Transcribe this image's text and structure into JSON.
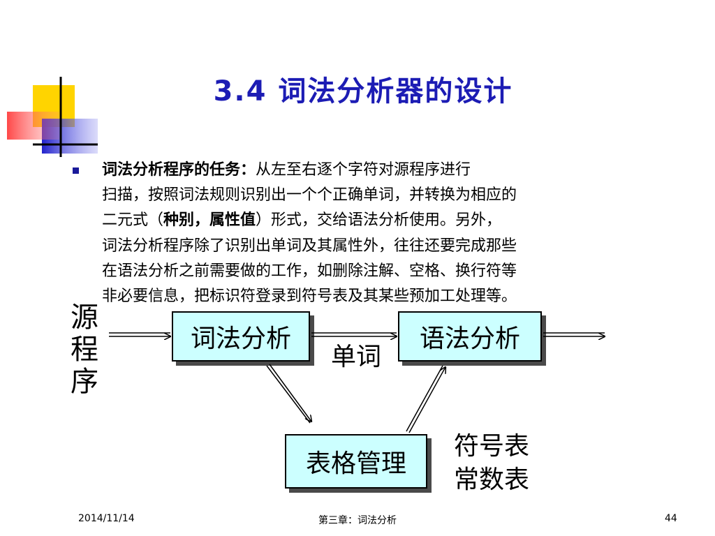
{
  "slide": {
    "title": "3.4 词法分析器的设计",
    "bullet": {
      "lead": "词法分析程序的任务：",
      "line1_rest": "从左至右逐个字符对源程序进行",
      "line2": "扫描，按照词法规则识别出一个个正确单词，并转换为相应的",
      "line3_pre": "二元式（",
      "line3_bold": "种别，属性值",
      "line3_post": "）形式，交给语法分析使用。另外，",
      "line4": "词法分析程序除了识别出单词及其属性外，往往还要完成那些",
      "line5": "在语法分析之前需要做的工作，如删除注解、空格、换行符等",
      "line6": "非必要信息，把标识符登录到符号表及其某些预加工处理等。"
    },
    "diagram": {
      "source_chars": [
        "源",
        "程",
        "序"
      ],
      "lexer_box": "词法分析",
      "parser_box": "语法分析",
      "word_label": "单词",
      "table_box": "表格管理",
      "tables": [
        "符号表",
        "常数表"
      ]
    }
  },
  "footer": {
    "date": "2014/11/14",
    "chapter": "第三章：词法分析",
    "page": "44"
  },
  "colors": {
    "title": "#1c1cb4",
    "box_fill": "#ccffff",
    "deco_yellow": "#ffd400",
    "deco_blue": "#2222cc",
    "deco_red": "#ff3333"
  },
  "icons": {
    "bullet": "square-bullet-icon"
  }
}
